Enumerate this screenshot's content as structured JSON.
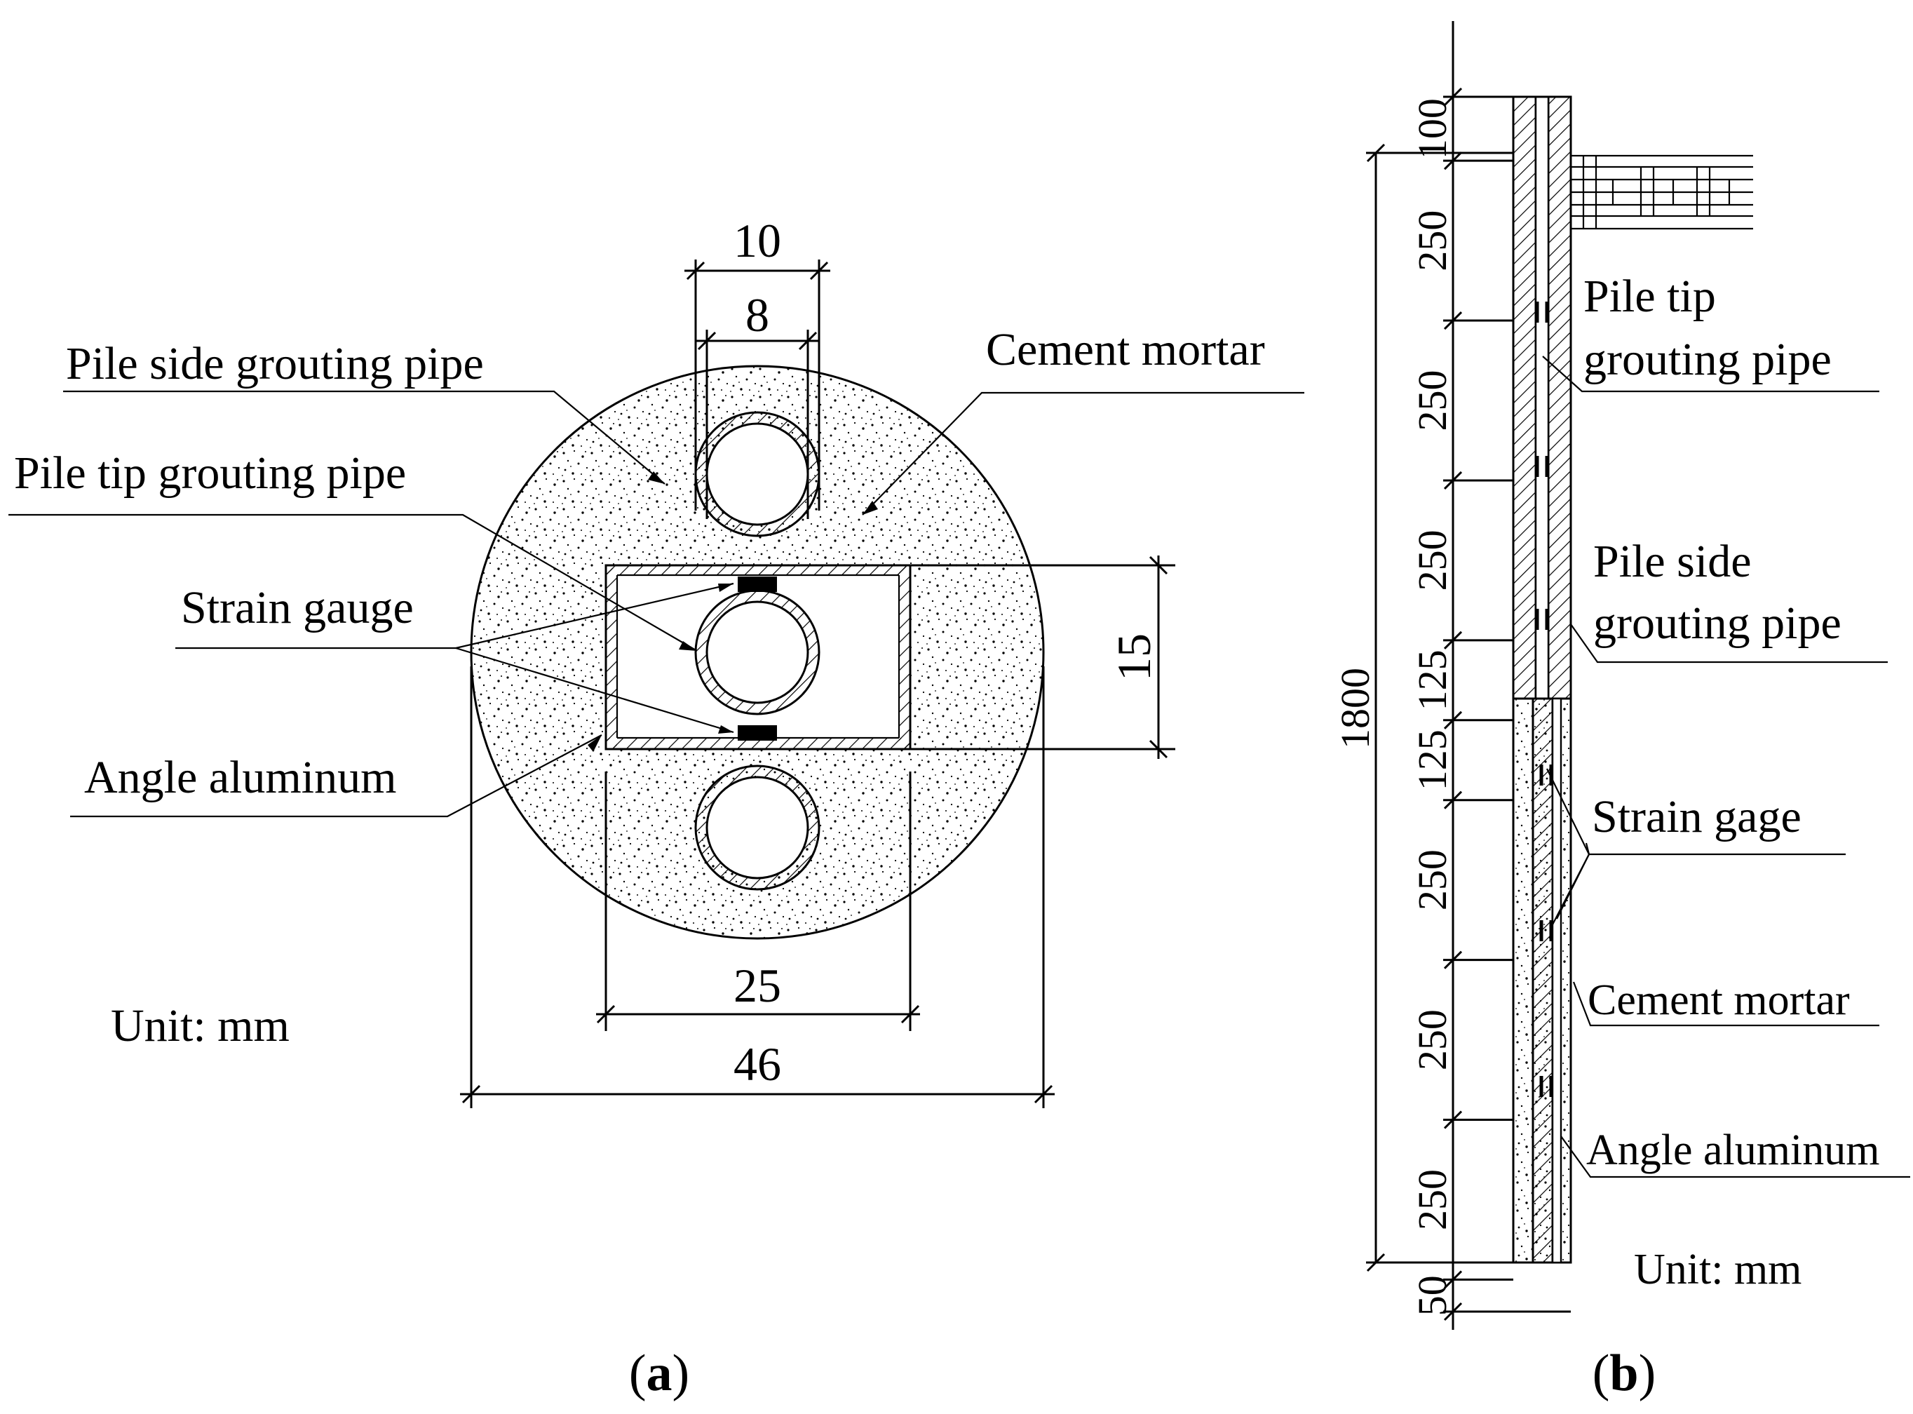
{
  "panel_a": {
    "caption": "(a)",
    "caption_letter": "a",
    "labels": {
      "pile_side_grouting_pipe": "Pile side grouting pipe",
      "pile_tip_grouting_pipe": "Pile tip grouting pipe",
      "strain_gauge": "Strain gauge",
      "angle_aluminum": "Angle aluminum",
      "cement_mortar": "Cement mortar"
    },
    "unit": "Unit: mm",
    "dimensions": {
      "pipe_outer": "10",
      "pipe_inner": "8",
      "angle_height": "15",
      "angle_width": "25",
      "pile_diameter": "46"
    }
  },
  "panel_b": {
    "caption": "(b)",
    "caption_letter": "b",
    "labels": {
      "pile_tip_grouting_pipe_line1": "Pile tip",
      "pile_tip_grouting_pipe_line2": "grouting pipe",
      "pile_side_grouting_pipe_line1": "Pile side",
      "pile_side_grouting_pipe_line2": "grouting pipe",
      "strain_gage": "Strain gage",
      "cement_mortar": "Cement mortar",
      "angle_aluminum": "Angle aluminum"
    },
    "unit": "Unit: mm",
    "total_length": "1800",
    "segments": [
      "100",
      "250",
      "250",
      "250",
      "125",
      "125",
      "250",
      "250",
      "250",
      "50"
    ]
  },
  "colors": {
    "line": "#000000",
    "background": "#ffffff",
    "gauge": "#000000"
  }
}
